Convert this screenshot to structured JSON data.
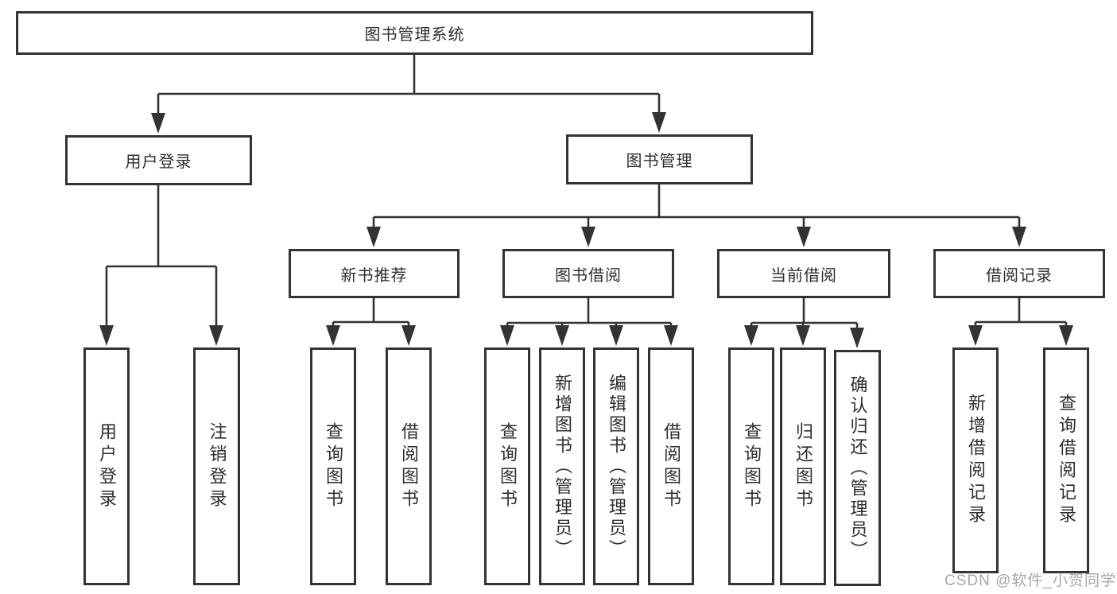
{
  "tree": {
    "root": {
      "label": "图书管理系统"
    },
    "branches": [
      {
        "label": "用户登录",
        "children": [
          {
            "label": "用户登录"
          },
          {
            "label": "注销登录"
          }
        ]
      },
      {
        "label": "图书管理",
        "children": [
          {
            "label": "新书推荐",
            "children": [
              {
                "label": "查询图书"
              },
              {
                "label": "借阅图书"
              }
            ]
          },
          {
            "label": "图书借阅",
            "children": [
              {
                "label": "查询图书"
              },
              {
                "label": "新增图书（管理员）"
              },
              {
                "label": "编辑图书（管理员）"
              },
              {
                "label": "借阅图书"
              }
            ]
          },
          {
            "label": "当前借阅",
            "children": [
              {
                "label": "查询图书"
              },
              {
                "label": "归还图书"
              },
              {
                "label": "确认归还（管理员）"
              }
            ]
          },
          {
            "label": "借阅记录",
            "children": [
              {
                "label": "新增借阅记录"
              },
              {
                "label": "查询借阅记录"
              }
            ]
          }
        ]
      }
    ]
  },
  "watermark": "CSDN @软件_小贺同学",
  "colors": {
    "line": "#333333",
    "box_border": "#333333",
    "box_background": "#ffffff",
    "text": "#2e2e2e",
    "watermark": "#a8a8a8"
  }
}
